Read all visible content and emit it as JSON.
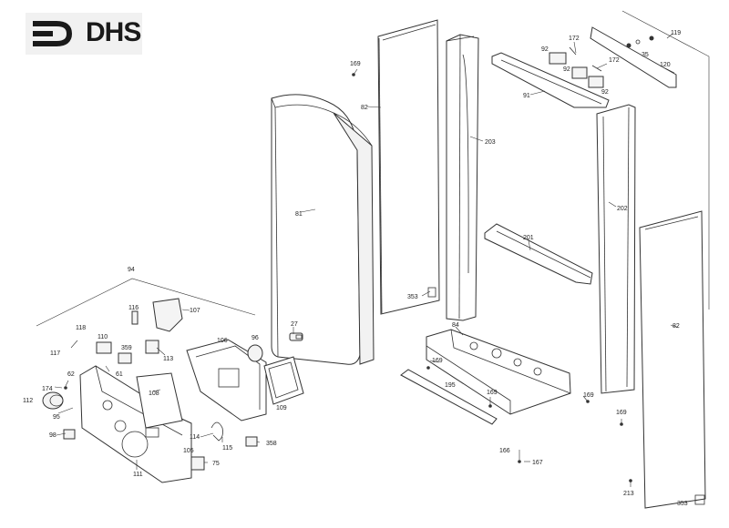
{
  "brand": {
    "name": "DHS",
    "logo_icon": "dhs-logo-mark"
  },
  "callouts": {
    "c169a": "169",
    "c82a": "82",
    "c81": "81",
    "c27": "27",
    "c353a": "353",
    "c203": "203",
    "c84": "84",
    "c169b": "169",
    "c195": "195",
    "c169c": "169",
    "c166": "166",
    "c167": "167",
    "c169d": "169",
    "c201": "201",
    "c202": "202",
    "c91": "91",
    "c92a": "92",
    "c92b": "92",
    "c92c": "92",
    "c172a": "172",
    "c172b": "172",
    "c35": "35",
    "c119": "119",
    "c120": "120",
    "c82b": "82",
    "c169e": "169",
    "c213": "213",
    "c353b": "353",
    "c94": "94",
    "c116": "116",
    "c107": "107",
    "c118": "118",
    "c117": "117",
    "c110": "110",
    "c359": "359",
    "c113": "113",
    "c106": "106",
    "c96": "96",
    "c62": "62",
    "c61": "61",
    "c174": "174",
    "c112": "112",
    "c108": "108",
    "c109": "109",
    "c95": "95",
    "c98": "98",
    "c114": "114",
    "c115": "115",
    "c358": "358",
    "c105": "105",
    "c111": "111",
    "c75": "75"
  }
}
